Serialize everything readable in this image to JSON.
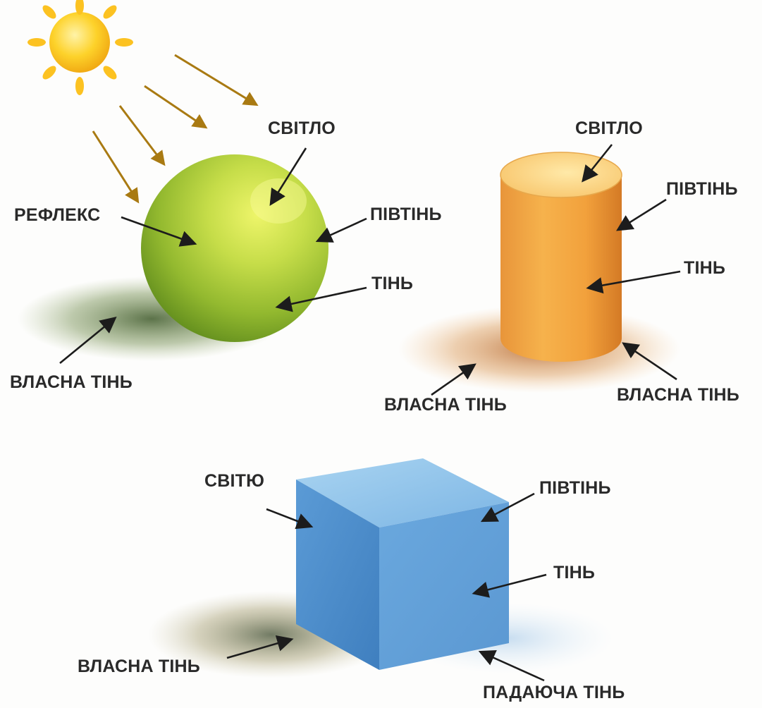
{
  "sphere": {
    "light": "СВІТЛО",
    "reflex": "РЕФЛЕКС",
    "halftone": "ПІВТІНЬ",
    "shade": "ТІНЬ",
    "own_shadow": "ВЛАСНА ТІНЬ"
  },
  "cylinder": {
    "light": "СВІТЛО",
    "halftone": "ПІВТІНЬ",
    "shade": "ТІНЬ",
    "own_shadow_left": "ВЛАСНА ТІНЬ",
    "own_shadow_right": "ВЛАСНА ТІНЬ"
  },
  "cube": {
    "light": "СВІТЮ",
    "halftone": "ПІВТІНЬ",
    "shade": "ТІНЬ",
    "own_shadow": "ВЛАСНА ТІНЬ",
    "cast_shadow": "ПАДАЮЧА ТІНЬ"
  },
  "colors": {
    "sun": "#fdc21c",
    "sun_rays": "#a97a12",
    "sphere": "#a9cd3f",
    "cylinder": "#f2a93a",
    "cube": "#5d9bd3",
    "label_text": "#2a2a2a"
  }
}
